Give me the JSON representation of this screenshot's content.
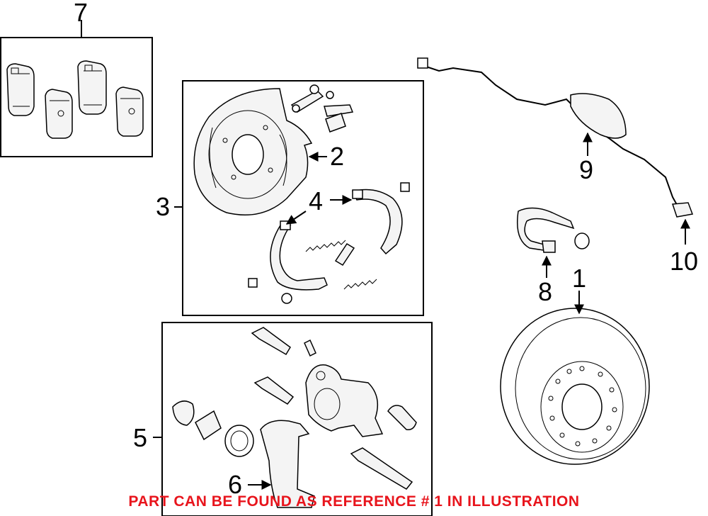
{
  "callouts": {
    "c1": "1",
    "c2": "2",
    "c3": "3",
    "c4": "4",
    "c5": "5",
    "c6": "6",
    "c7": "7",
    "c8": "8",
    "c9": "9",
    "c10": "10"
  },
  "footnote": "PART CAN BE FOUND AS REFERENCE # 1 IN ILLUSTRATION",
  "colors": {
    "footnote": "#e8141c",
    "line": "#000000",
    "background": "#ffffff"
  }
}
